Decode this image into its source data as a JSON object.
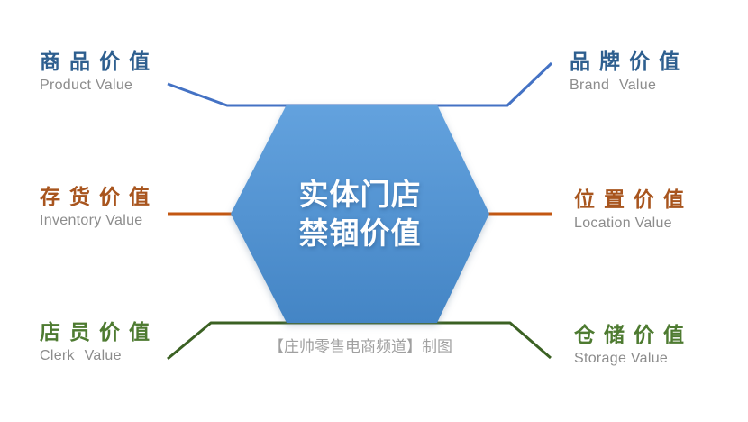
{
  "diagram": {
    "center": {
      "line1": "实体门店",
      "line2": "禁锢价值"
    },
    "caption": "【庄帅零售电商频道】制图",
    "nodes": [
      {
        "id": "product",
        "zh": "商品价值",
        "en": "Product Value",
        "position": "top-left"
      },
      {
        "id": "brand",
        "zh": "品牌价值",
        "en": "Brand Value",
        "position": "top-right"
      },
      {
        "id": "inventory",
        "zh": "存货价值",
        "en": "Inventory Value",
        "position": "middle-left"
      },
      {
        "id": "location",
        "zh": "位置价值",
        "en": "Location Value",
        "position": "middle-right"
      },
      {
        "id": "clerk",
        "zh": "店员价值",
        "en": "Clerk Value",
        "position": "bottom-left"
      },
      {
        "id": "storage",
        "zh": "仓储价值",
        "en": "Storage Value",
        "position": "bottom-right"
      }
    ],
    "colors": {
      "hexagon_top": "#63A2DE",
      "hexagon_bottom": "#4485C5",
      "connector_blue": "#4472C4",
      "connector_orange": "#C35712",
      "connector_green": "#3B6123",
      "heading_blue": "#2E5F8F",
      "heading_orange": "#A8551E",
      "heading_green": "#4E7B31",
      "english_gray": "#8C8C8C",
      "caption_gray": "#A0A0A0",
      "center_text": "#FFFFFF"
    }
  }
}
